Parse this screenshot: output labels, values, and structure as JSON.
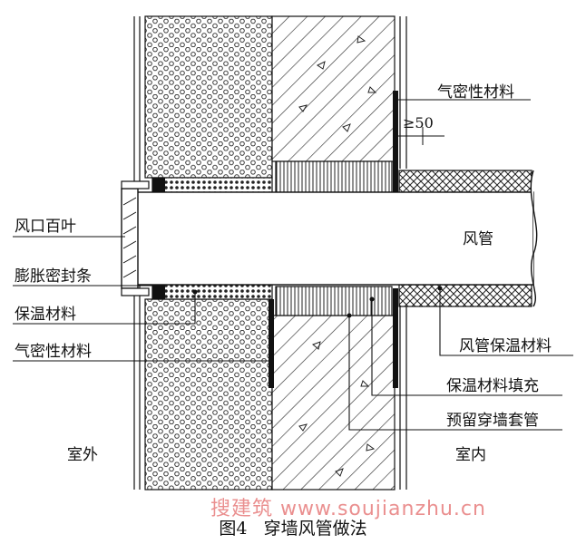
{
  "labels": {
    "airtight_top": "气密性材料",
    "dim_50": "≥50",
    "louver": "风口百叶",
    "duct": "风管",
    "seal_strip": "膨胀密封条",
    "insulation": "保温材料",
    "airtight_bottom": "气密性材料",
    "duct_insulation": "风管保温材料",
    "insulation_fill": "保温材料填充",
    "sleeve": "预留穿墙套管",
    "outdoor": "室外",
    "indoor": "室内"
  },
  "caption": {
    "figure": "图4",
    "title": "穿墙风管做法"
  },
  "watermark": "搜建筑 www.soujianzhu.cn"
}
